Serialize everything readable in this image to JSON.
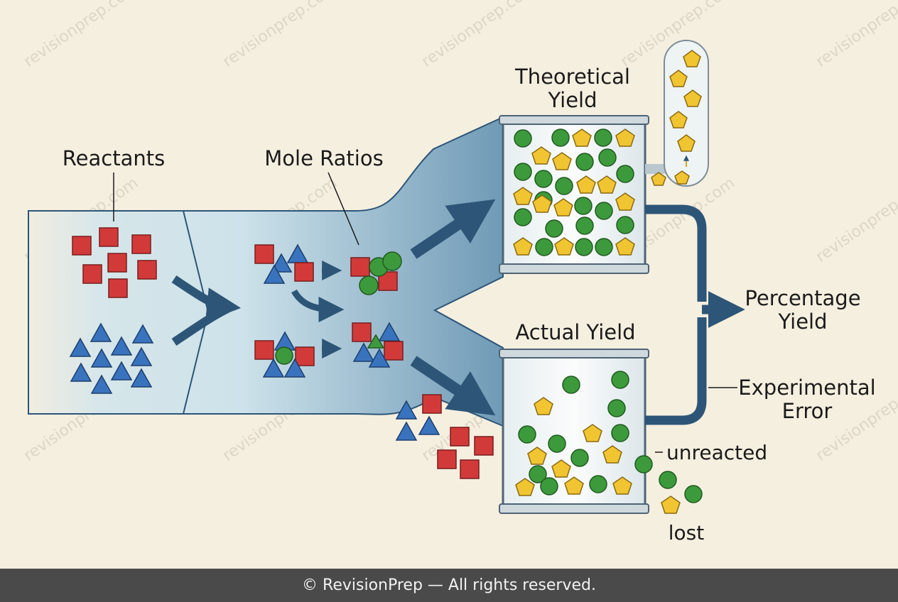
{
  "labels": {
    "reactants": "Reactants",
    "mole_ratios": "Mole Ratios",
    "theoretical_yield_line1": "Theoretical",
    "theoretical_yield_line2": "Yield",
    "actual_yield": "Actual Yield",
    "percentage_yield_line1": "Percentage",
    "percentage_yield_line2": "Yield",
    "experimental_error_line1": "Experimental",
    "experimental_error_line2": "Error",
    "unreacted": "unreacted",
    "lost": "lost"
  },
  "watermark": "revisionprep.com",
  "footer": "© RevisionPrep — All rights reserved.",
  "colors": {
    "background": "#f5efe0",
    "pipe": "#cfe3ea",
    "arrow": "#2d5577",
    "reactant_square": "#d23a3a",
    "reactant_triangle": "#3a73bd",
    "product_circle": "#3d9a3c",
    "product_pentagon": "#f1c532",
    "footer_bg": "#4a4a4a"
  }
}
